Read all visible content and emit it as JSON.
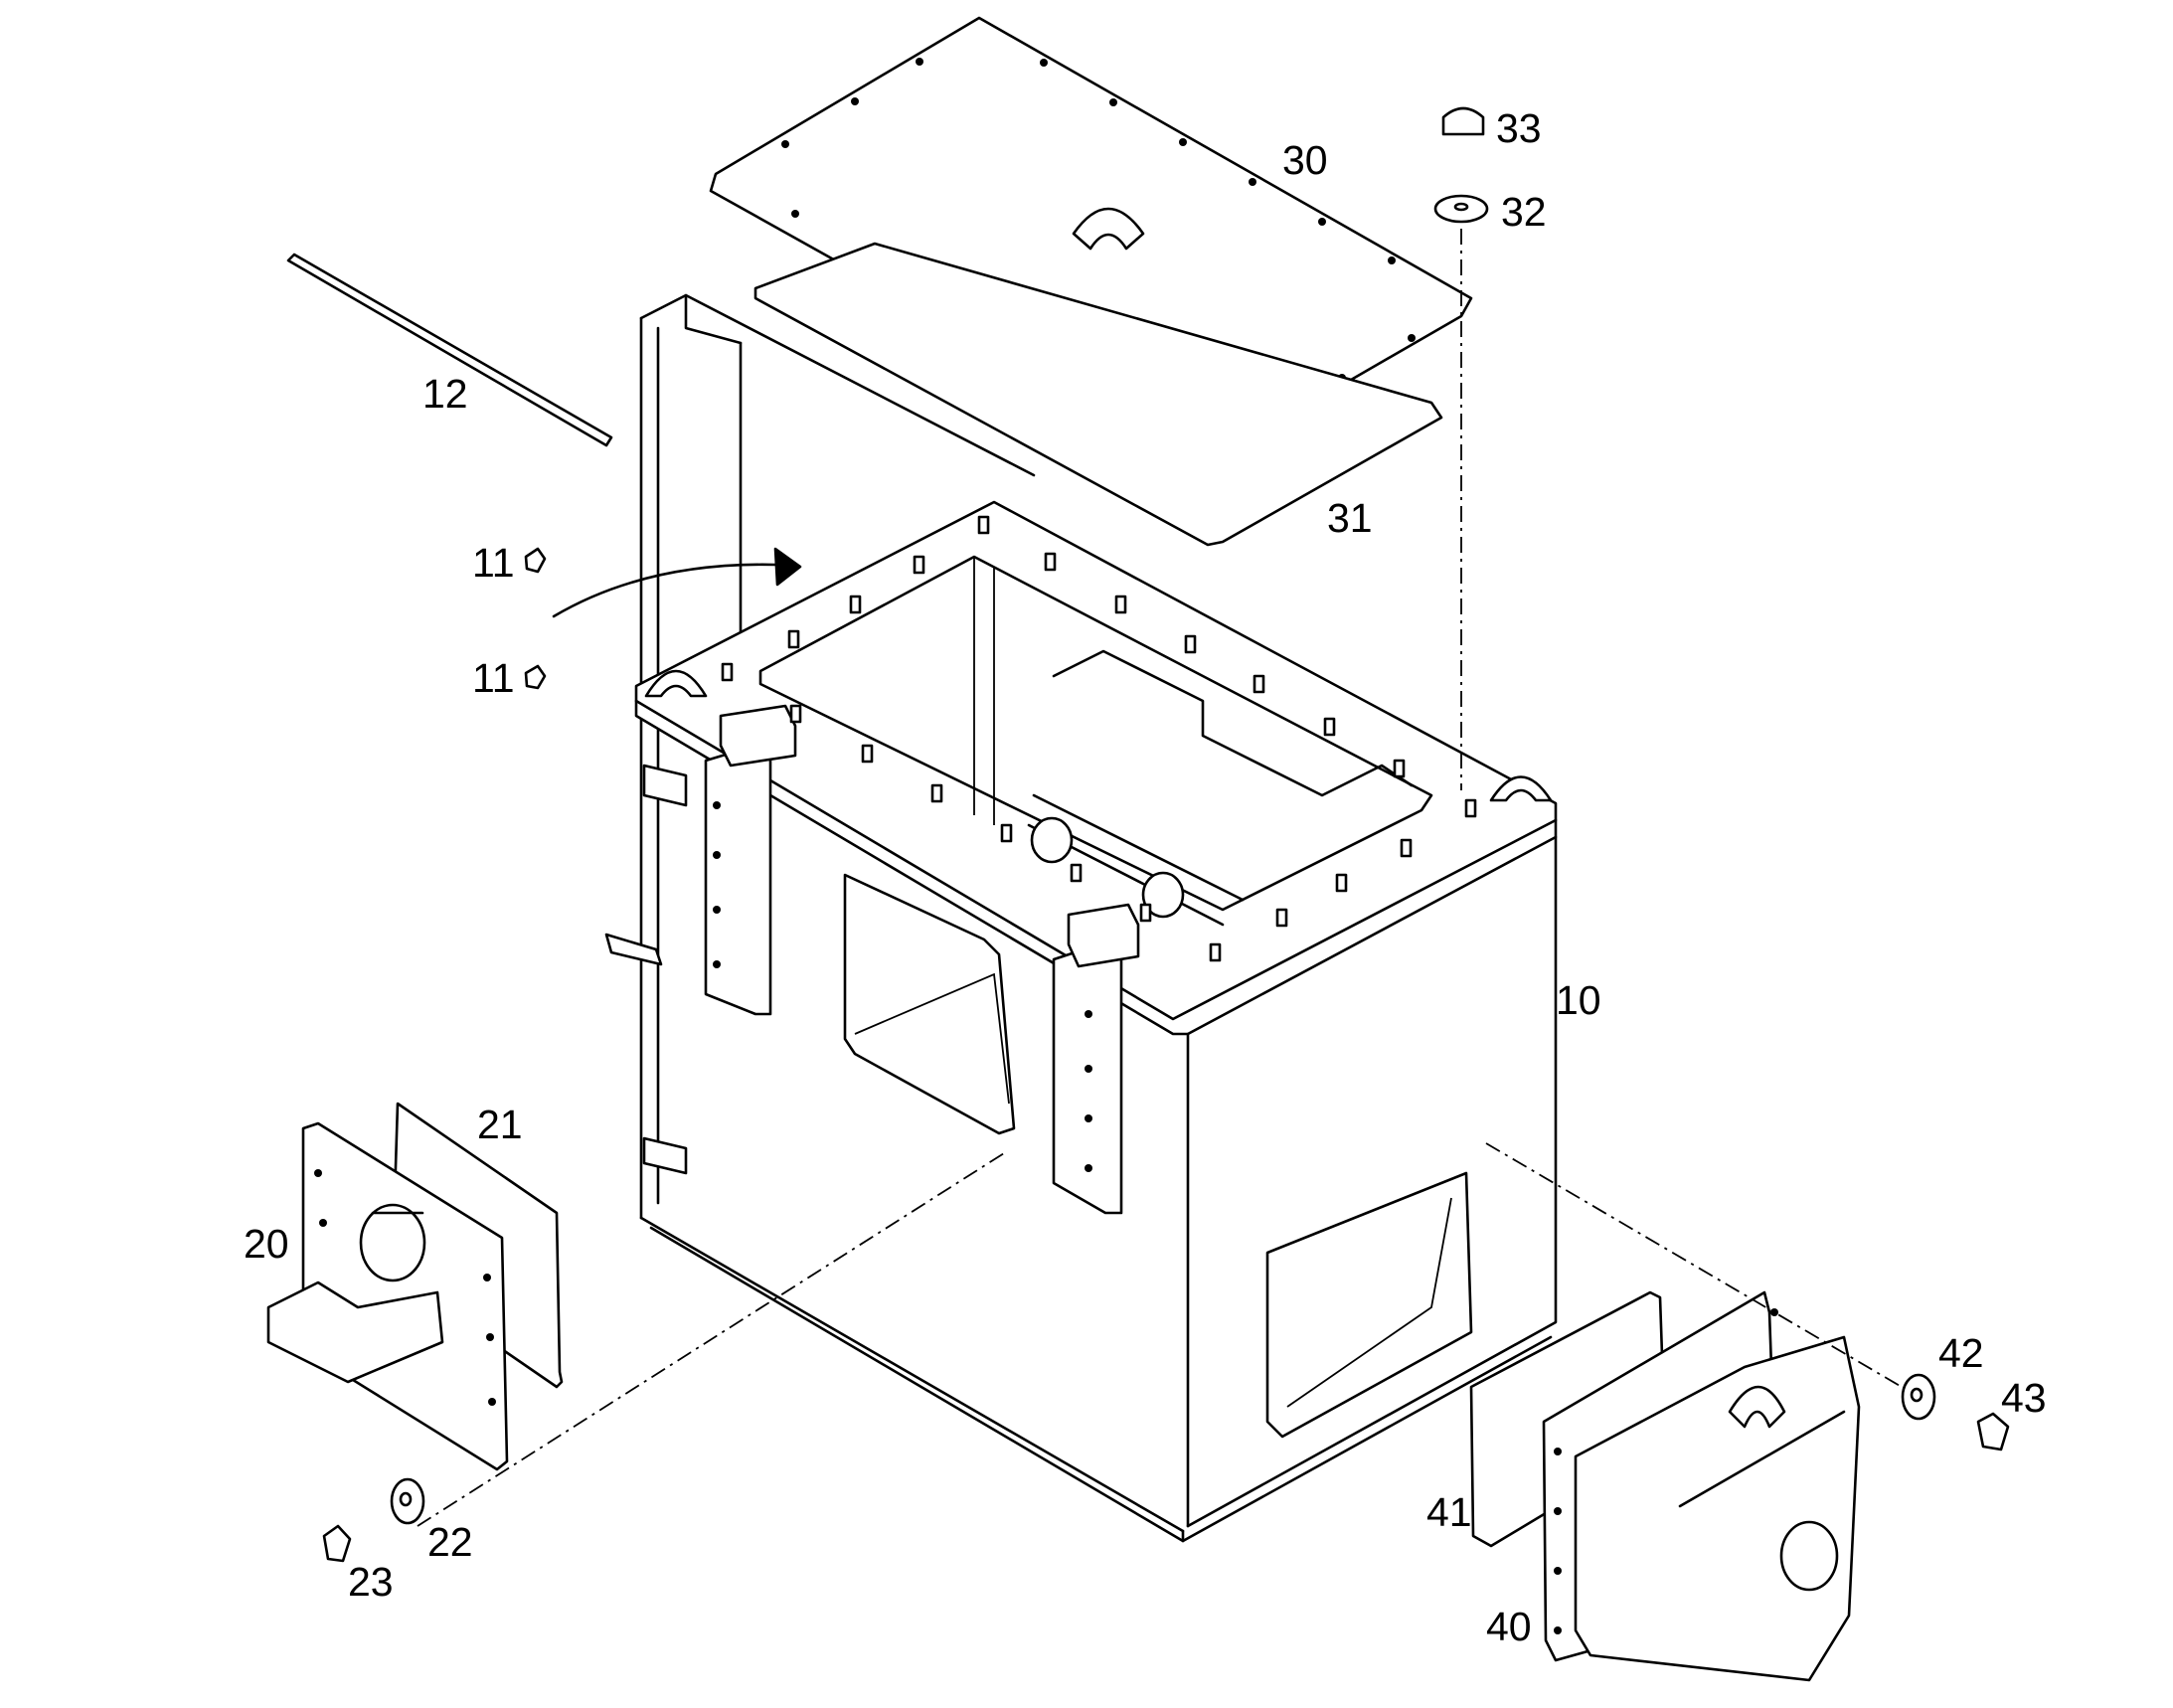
{
  "diagram": {
    "type": "exploded parts drawing",
    "callouts": [
      {
        "id": "label-10",
        "text": "10"
      },
      {
        "id": "label-11a",
        "text": "11"
      },
      {
        "id": "label-11b",
        "text": "11"
      },
      {
        "id": "label-12",
        "text": "12"
      },
      {
        "id": "label-20",
        "text": "20"
      },
      {
        "id": "label-21",
        "text": "21"
      },
      {
        "id": "label-22",
        "text": "22"
      },
      {
        "id": "label-23",
        "text": "23"
      },
      {
        "id": "label-30",
        "text": "30"
      },
      {
        "id": "label-31",
        "text": "31"
      },
      {
        "id": "label-32",
        "text": "32"
      },
      {
        "id": "label-33",
        "text": "33"
      },
      {
        "id": "label-40",
        "text": "40"
      },
      {
        "id": "label-41",
        "text": "41"
      },
      {
        "id": "label-42",
        "text": "42"
      },
      {
        "id": "label-43",
        "text": "43"
      }
    ]
  }
}
